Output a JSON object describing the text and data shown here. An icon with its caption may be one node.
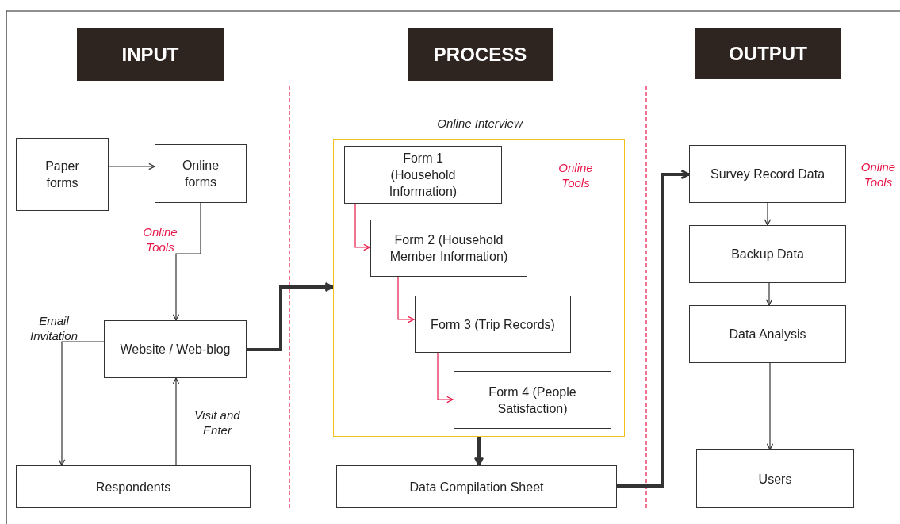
{
  "diagram": {
    "nodes": [
      {
        "text": [
          "INPUT"
        ]
      },
      {
        "text": [
          "PROCESS"
        ]
      },
      {
        "text": [
          "OUTPUT"
        ]
      },
      {
        "text": [
          "Paper forms"
        ]
      },
      {
        "text": [
          "Online forms"
        ]
      },
      {
        "text": [
          "Website / Web-blog"
        ]
      },
      {
        "text": [
          "Respondents"
        ]
      },
      {
        "text": [
          "Online Interview",
          "Online Tools"
        ]
      },
      {
        "text": [
          "Form 1 (Household Information)"
        ],
        "in": 7
      },
      {
        "text": [
          "Form 2 (Household Member Information)"
        ],
        "in": 7
      },
      {
        "text": [
          "Form 3 (Trip Records)"
        ],
        "in": 7
      },
      {
        "text": [
          "Form 4 (People Satisfaction)"
        ],
        "in": 7
      },
      {
        "text": [
          "Data Compilation Sheet"
        ]
      },
      {
        "text": [
          "Survey Record Data"
        ]
      },
      {
        "text": [
          "Backup Data"
        ]
      },
      {
        "text": [
          "Data Analysis"
        ]
      },
      {
        "text": [
          "Users"
        ]
      }
    ],
    "edges": [
      {
        "from": 3,
        "to": 4,
        "arrow": "to"
      },
      {
        "from": 4,
        "to": 5,
        "arrow": "to",
        "label": "Online Tools"
      },
      {
        "from": 5,
        "to": 6,
        "arrow": "to",
        "label": "Email Invitation"
      },
      {
        "from": 6,
        "to": 5,
        "arrow": "to",
        "label": "Visit and Enter"
      },
      {
        "from": 5,
        "to": 7,
        "arrow": "to",
        "style": "thick"
      },
      {
        "from": 8,
        "to": 9,
        "arrow": "to",
        "color": "#e8174a"
      },
      {
        "from": 9,
        "to": 10,
        "arrow": "to",
        "color": "#e8174a"
      },
      {
        "from": 10,
        "to": 11,
        "arrow": "to",
        "color": "#e8174a"
      },
      {
        "from": 7,
        "to": 12,
        "arrow": "to",
        "style": "thick"
      },
      {
        "from": 12,
        "to": 13,
        "arrow": "to",
        "style": "thick"
      },
      {
        "from": 13,
        "to": 14,
        "arrow": "to"
      },
      {
        "from": 14,
        "to": 15,
        "arrow": "to"
      },
      {
        "from": 15,
        "to": 16,
        "arrow": "to"
      }
    ],
    "labels": [
      "Online Tools"
    ]
  }
}
